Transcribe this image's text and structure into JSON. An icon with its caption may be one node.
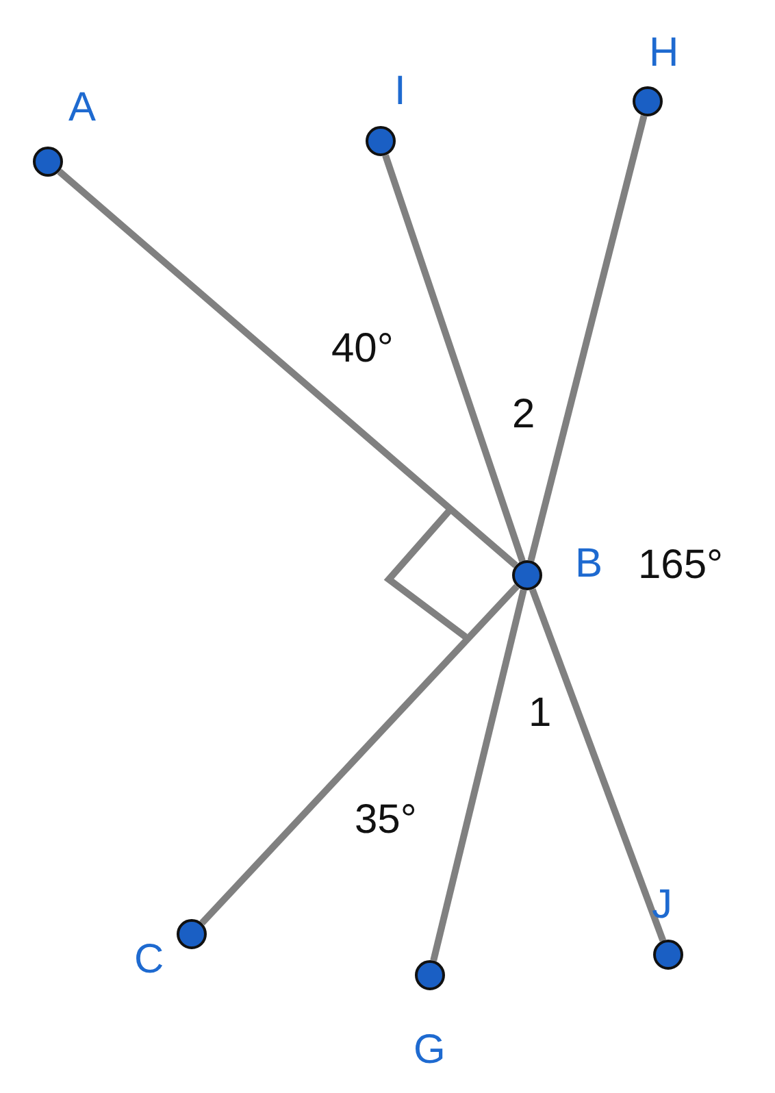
{
  "diagram": {
    "nodes": [
      {
        "text": [],
        "shape": "circle",
        "beside": [
          "A"
        ]
      },
      {
        "text": [],
        "shape": "circle",
        "beside": [
          "I"
        ]
      },
      {
        "text": [],
        "shape": "circle",
        "beside": [
          "H"
        ]
      },
      {
        "text": [],
        "shape": "circle",
        "beside": [
          "B"
        ]
      },
      {
        "text": [],
        "shape": "circle",
        "beside": [
          "C"
        ]
      },
      {
        "text": [],
        "shape": "circle",
        "beside": [
          "G"
        ]
      },
      {
        "text": [],
        "shape": "circle",
        "beside": [
          "J"
        ]
      }
    ],
    "edges": [
      {
        "from": 3,
        "to": 0,
        "arrow": "none"
      },
      {
        "from": 3,
        "to": 1,
        "arrow": "none"
      },
      {
        "from": 3,
        "to": 2,
        "arrow": "none"
      },
      {
        "from": 3,
        "to": 4,
        "arrow": "none"
      },
      {
        "from": 3,
        "to": 5,
        "arrow": "none"
      },
      {
        "from": 3,
        "to": 6,
        "arrow": "none"
      }
    ],
    "labels": [
      "40°",
      "2",
      "165°",
      "1",
      "35°"
    ]
  }
}
